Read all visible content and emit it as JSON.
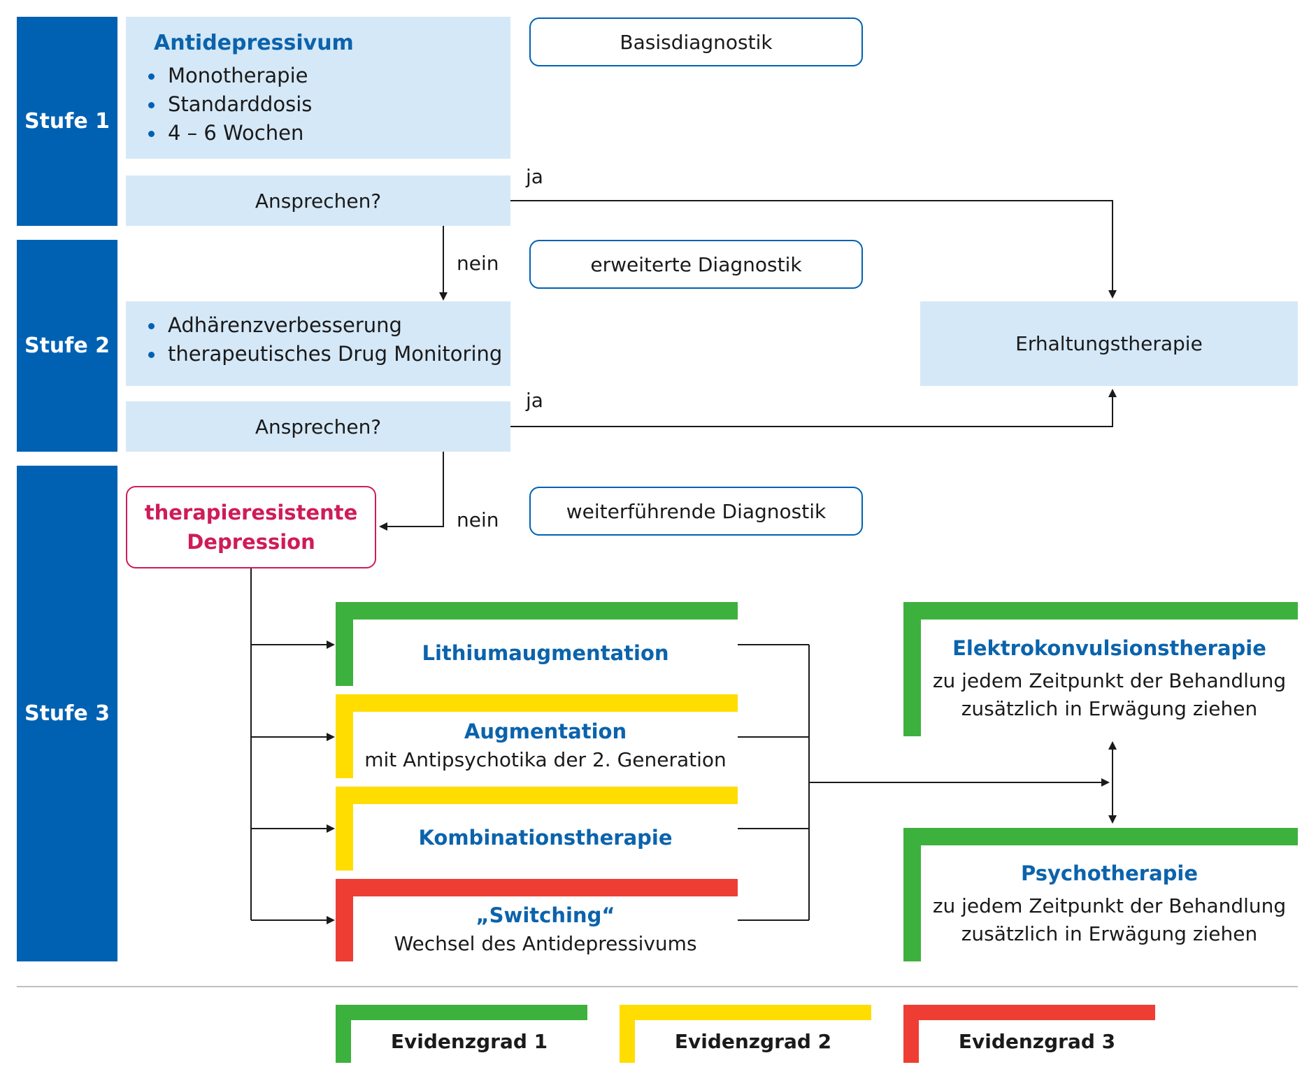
{
  "stages": {
    "s1": "Stufe 1",
    "s2": "Stufe 2",
    "s3": "Stufe 3"
  },
  "stage1": {
    "title": "Antidepressivum",
    "items": [
      "Monotherapie",
      "Standarddosis",
      "4 – 6 Wochen"
    ],
    "question": "Ansprechen?"
  },
  "stage2": {
    "items": [
      "Adhärenzverbesserung",
      "therapeutisches Drug Monitoring"
    ],
    "question": "Ansprechen?"
  },
  "diagnostics": {
    "basis": "Basisdiagnostik",
    "extended": "erweiterte Diagnostik",
    "further": "weiterführende Diagnostik"
  },
  "labels": {
    "yes1": "ja",
    "no1": "nein",
    "yes2": "ja",
    "no2": "nein"
  },
  "maintenance": "Erhaltungstherapie",
  "trd": {
    "line1": "therapieresistente",
    "line2": "Depression"
  },
  "options": [
    {
      "title": "Lithiumaugmentation",
      "sub": "",
      "evidence": "green"
    },
    {
      "title": "Augmentation",
      "sub": "mit Antipsychotika der 2. Generation",
      "evidence": "yellow"
    },
    {
      "title": "Kombinationstherapie",
      "sub": "",
      "evidence": "yellow"
    },
    {
      "title": "„Switching“",
      "sub": "Wechsel des Antidepressivums",
      "evidence": "red"
    }
  ],
  "side": [
    {
      "title": "Elektrokonvulsionstherapie",
      "sub1": "zu jedem Zeitpunkt der Behandlung",
      "sub2": "zusätzlich in Erwägung ziehen",
      "evidence": "green"
    },
    {
      "title": "Psychotherapie",
      "sub1": "zu jedem Zeitpunkt der Behandlung",
      "sub2": "zusätzlich in Erwägung ziehen",
      "evidence": "green"
    }
  ],
  "legend": [
    {
      "label": "Evidenzgrad 1",
      "color": "#3db13d"
    },
    {
      "label": "Evidenzgrad 2",
      "color": "#ffdd00"
    },
    {
      "label": "Evidenzgrad 3",
      "color": "#ee3e33"
    }
  ],
  "colors": {
    "stage_blue": "#0061b3",
    "light_blue": "#d5e8f7",
    "evidence_1": "#3db13d",
    "evidence_2": "#ffdd00",
    "evidence_3": "#ee3e33",
    "trd_magenta": "#cf1b5a"
  }
}
